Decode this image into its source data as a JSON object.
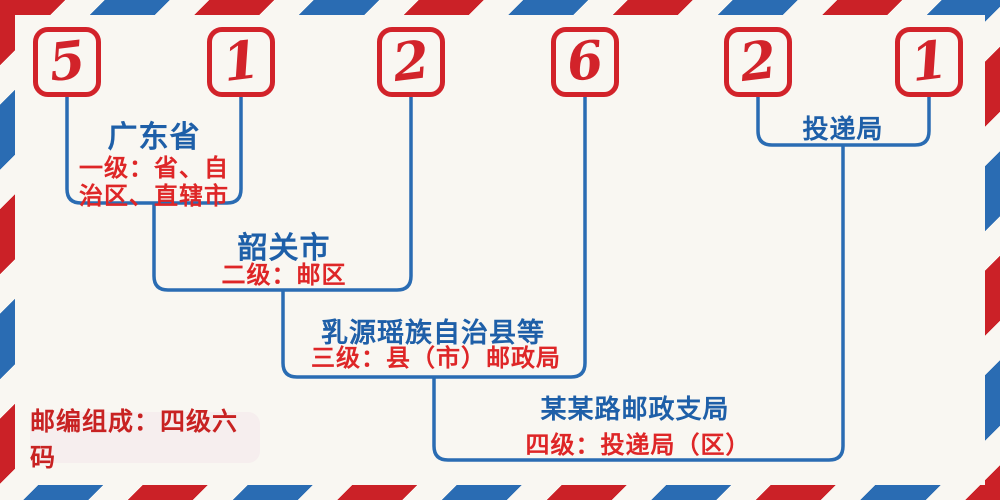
{
  "diagram_title": "Chinese postal code structure diagram",
  "postcode": {
    "digits": [
      "5",
      "1",
      "2",
      "6",
      "2",
      "1"
    ]
  },
  "levels": [
    {
      "title": "广东省",
      "desc_line1": "一级：省、自",
      "desc_line2": "治区、直辖市"
    },
    {
      "title": "韶关市",
      "desc": "二级：邮区"
    },
    {
      "title": "乳源瑶族自治县等",
      "desc": "三级：县（市）邮政局"
    },
    {
      "title": "某某路邮政支局",
      "desc": "四级：投递局（区）"
    }
  ],
  "delivery_office_label": "投递局",
  "footer_badge": "邮编组成：四级六码",
  "colors": {
    "background": "#f9f7f2",
    "stripe_red": "#cb2127",
    "stripe_blue": "#2a6cb3",
    "box_red": "#d2232a",
    "line_blue": "#2a6cb3",
    "title_blue": "#1e5fa8",
    "desc_red": "#de2627",
    "badge_text": "#c82222",
    "badge_bg": "#f6eeee"
  }
}
